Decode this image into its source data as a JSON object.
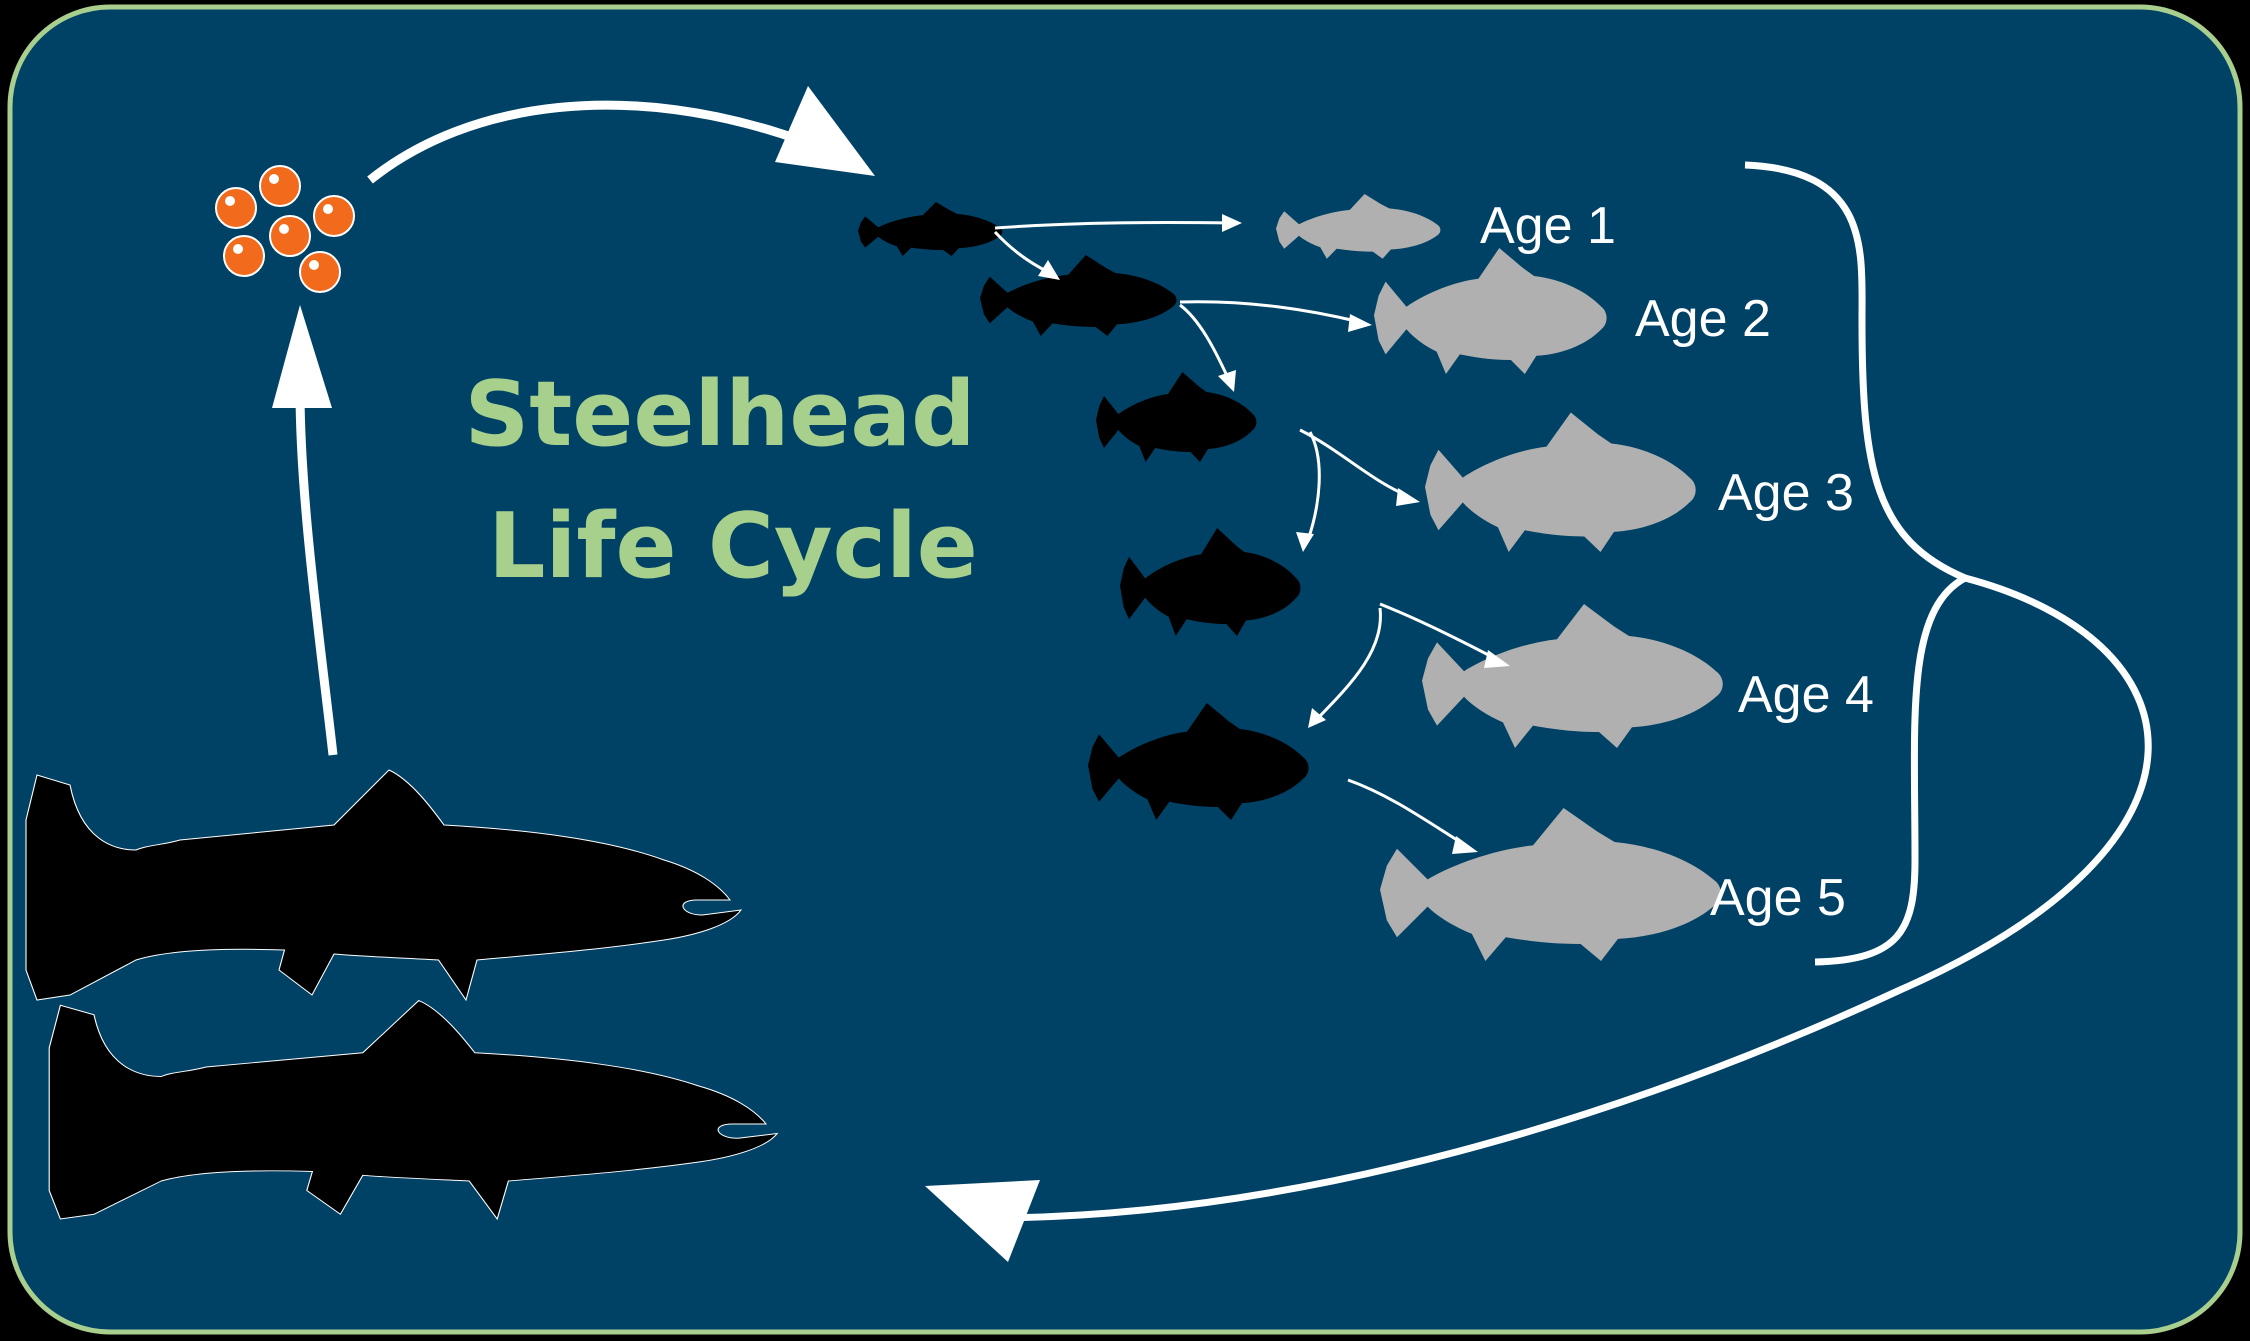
{
  "title": {
    "line1": "Steelhead",
    "line2": "Life Cycle"
  },
  "age_labels": [
    "Age 1",
    "Age 2",
    "Age 3",
    "Age 4",
    "Age 5"
  ],
  "colors": {
    "background": "#000000",
    "panel": "#004266",
    "panel_border": "#a8cf8e",
    "title": "#a8d08d",
    "eggs": "#f26a1b",
    "juvenile": "#000000",
    "ocean_fish": "#b0b0b0",
    "arrows": "#ffffff",
    "label_text": "#ffffff"
  },
  "icons": {
    "eggs": "salmon-eggs-icon",
    "juvenile": "juvenile-fish-icon",
    "ocean": "ocean-fish-icon",
    "adult": "adult-fish-icon"
  }
}
